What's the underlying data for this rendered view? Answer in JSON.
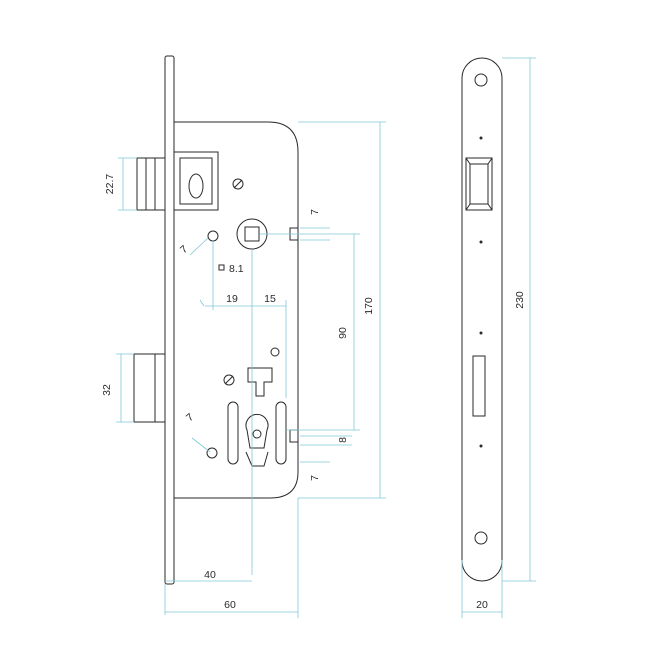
{
  "dimensions": {
    "follower_height": "22.7",
    "bolt_height": "32",
    "screw_size_top": "7",
    "square_size": "8.1",
    "offset_left": "19",
    "offset_right": "15",
    "screw_size_bottom": "7",
    "faceplate_top_offset": "7",
    "faceplate_bottom_offset": "7",
    "centre_distance": "90",
    "body_height": "170",
    "slot_width": "8",
    "backset": "40",
    "body_depth": "60",
    "faceplate_length": "230",
    "faceplate_width": "20"
  },
  "colors": {
    "outline": "#2a2a2a",
    "dimension_line": "#7fc8d8"
  }
}
